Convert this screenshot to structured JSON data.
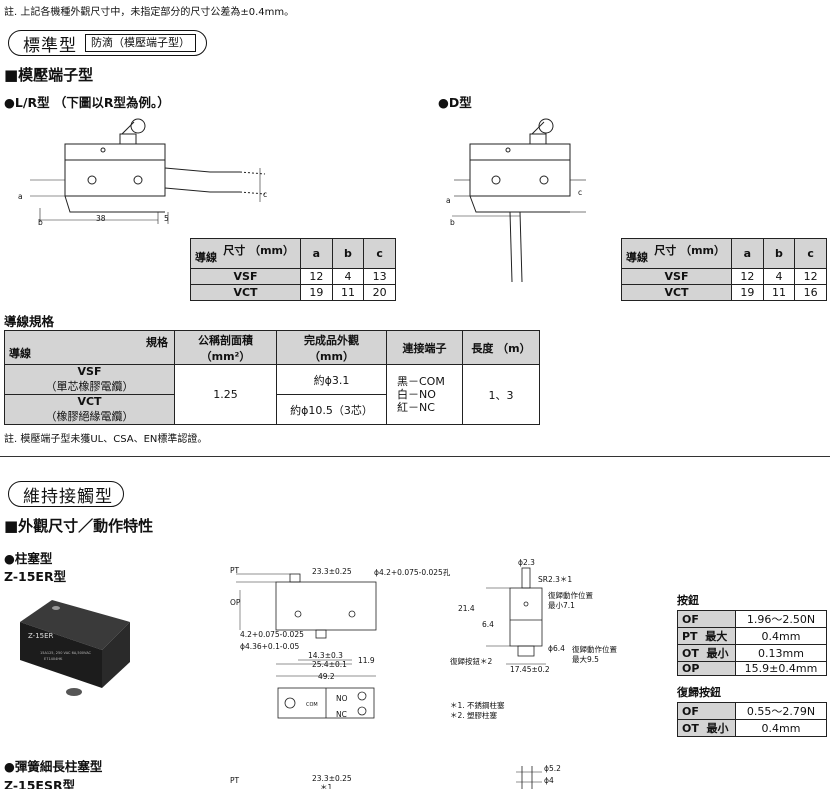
{
  "top_note": "註. 上記各機種外觀尺寸中，未指定部分的尺寸公差為±0.4mm。",
  "section1": {
    "pill_title": "標準型",
    "pill_sub": "防滴（模壓端子型）",
    "heading": "■模壓端子型",
    "lr_label": "●L/R型 （下圖以R型為例。）",
    "d_label": "●D型",
    "diagram_lr": {
      "a": "a",
      "b": "b",
      "c": "c",
      "dim_38": "38",
      "dim_5": "5"
    },
    "diagram_d": {
      "a": "a",
      "b": "b",
      "c": "c"
    },
    "table_lr": {
      "corner_top": "尺寸 （mm）",
      "corner_bottom": "導線",
      "cols": [
        "a",
        "b",
        "c"
      ],
      "rows": [
        {
          "name": "VSF",
          "vals": [
            "12",
            "4",
            "13"
          ]
        },
        {
          "name": "VCT",
          "vals": [
            "19",
            "11",
            "20"
          ]
        }
      ]
    },
    "table_d": {
      "corner_top": "尺寸 （mm）",
      "corner_bottom": "導線",
      "cols": [
        "a",
        "b",
        "c"
      ],
      "rows": [
        {
          "name": "VSF",
          "vals": [
            "12",
            "4",
            "12"
          ]
        },
        {
          "name": "VCT",
          "vals": [
            "19",
            "11",
            "16"
          ]
        }
      ]
    },
    "wire_heading": "導線規格",
    "wire_table": {
      "corner_top": "規格",
      "corner_bottom": "導線",
      "cols": [
        "公稱剖面積（mm²）",
        "完成品外觀（mm）",
        "連接端子",
        "長度 （m）"
      ],
      "col1_line1": "公稱剖面積",
      "col1_line2": "（mm²）",
      "col2_line1": "完成品外觀",
      "col2_line2": "（mm）",
      "vsf_name": "VSF",
      "vsf_sub": "（單芯橡膠電纜）",
      "vct_name": "VCT",
      "vct_sub": "（橡膠絕緣電纜）",
      "area": "1.25",
      "vsf_od": "約ϕ3.1",
      "vct_od": "約ϕ10.5（3芯）",
      "term1": "黑－COM",
      "term2": "白－NO",
      "term3": "紅－NC",
      "length": "1、3"
    },
    "footnote": "註. 模壓端子型未獲UL、CSA、EN標準認證。"
  },
  "section2": {
    "pill_title": "維持接觸型",
    "heading": "■外觀尺寸／動作特性",
    "plunger_label": "●柱塞型",
    "model": "Z-15ER型",
    "product_text": "Z-15ER",
    "product_sub1": "15A125, 250 VAC 6A,500VAC",
    "product_sub2": "E71404HK",
    "dims": {
      "pt": "PT",
      "op": "OP",
      "d23": "23.3±0.25",
      "hole": "ϕ4.2+0.075-0.025孔",
      "d42": "4.2+0.075-0.025",
      "d436": "ϕ4.36+0.1-0.05",
      "d143": "14.3±0.3",
      "d254": "25.4±0.1",
      "d119": "11.9",
      "d492": "49.2",
      "no": "NO",
      "nc": "NC",
      "com": "COM",
      "phi23": "ϕ2.3",
      "sr": "SR2.3＊1",
      "reset_pos": "復歸動作位置",
      "reset_min": "最小7.1",
      "d214": "21.4",
      "d64": "6.4",
      "phi64": "ϕ6.4",
      "op_pos": "復歸動作位置",
      "op_max": "最大9.5",
      "reset_btn": "復歸按鈕＊2",
      "d1745": "17.45±0.2",
      "fn1": "＊1. 不銹鋼柱塞",
      "fn2": "＊2. 塑膠柱塞"
    },
    "button_heading": "按鈕",
    "button_table": [
      {
        "label": "OF",
        "sub": "",
        "value": "1.96～2.50N"
      },
      {
        "label": "PT",
        "sub": "最大",
        "value": "0.4mm"
      },
      {
        "label": "OT",
        "sub": "最小",
        "value": "0.13mm"
      },
      {
        "label": "OP",
        "sub": "",
        "value": "15.9±0.4mm"
      }
    ],
    "reset_heading": "復歸按鈕",
    "reset_table": [
      {
        "label": "OF",
        "sub": "",
        "value": "0.55～2.79N"
      },
      {
        "label": "OT",
        "sub": "最小",
        "value": "0.4mm"
      }
    ],
    "spring_label": "●彈簧細長柱塞型",
    "spring_model": "Z-15ESR型",
    "spring_dims": {
      "pt": "PT",
      "d23": "23.3±0.25",
      "star1": "＊1",
      "phi52": "ϕ5.2",
      "phi4": "ϕ4"
    }
  }
}
